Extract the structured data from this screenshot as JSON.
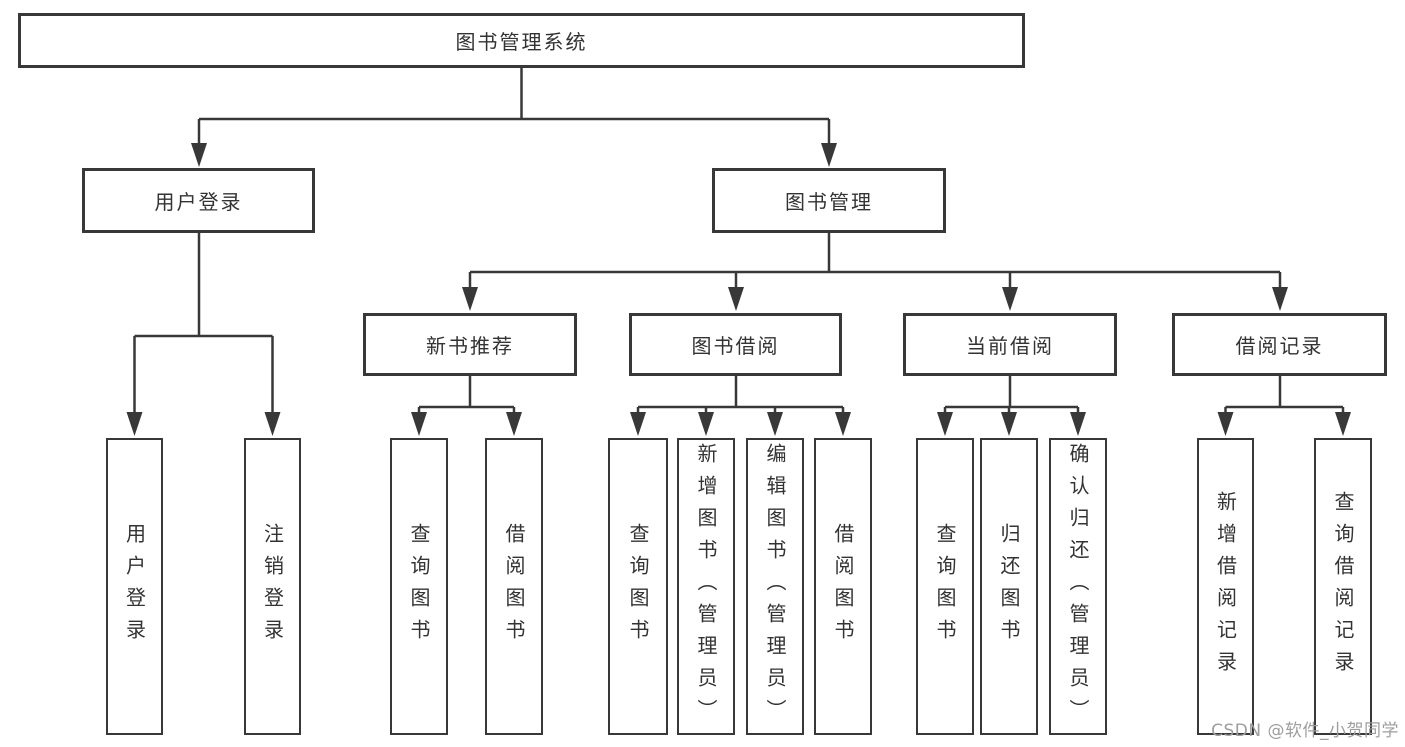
{
  "tree": {
    "label": "图书管理系统",
    "children": [
      {
        "label": "用户登录",
        "children": [
          {
            "label": "用户登录"
          },
          {
            "label": "注销登录"
          }
        ]
      },
      {
        "label": "图书管理",
        "children": [
          {
            "label": "新书推荐",
            "children": [
              {
                "label": "查询图书"
              },
              {
                "label": "借阅图书"
              }
            ]
          },
          {
            "label": "图书借阅",
            "children": [
              {
                "label": "查询图书"
              },
              {
                "label": "新增图书（管理员）"
              },
              {
                "label": "编辑图书（管理员）"
              },
              {
                "label": "借阅图书"
              }
            ]
          },
          {
            "label": "当前借阅",
            "children": [
              {
                "label": "查询图书"
              },
              {
                "label": "归还图书"
              },
              {
                "label": "确认归还（管理员）"
              }
            ]
          },
          {
            "label": "借阅记录",
            "children": [
              {
                "label": "新增借阅记录"
              },
              {
                "label": "查询借阅记录"
              }
            ]
          }
        ]
      }
    ]
  },
  "watermark": {
    "text": "CSDN @软件_小贺同学"
  },
  "colors": {
    "line": "#383838",
    "text": "#333333",
    "watermark": "#9e9e9e",
    "background": "#ffffff"
  }
}
